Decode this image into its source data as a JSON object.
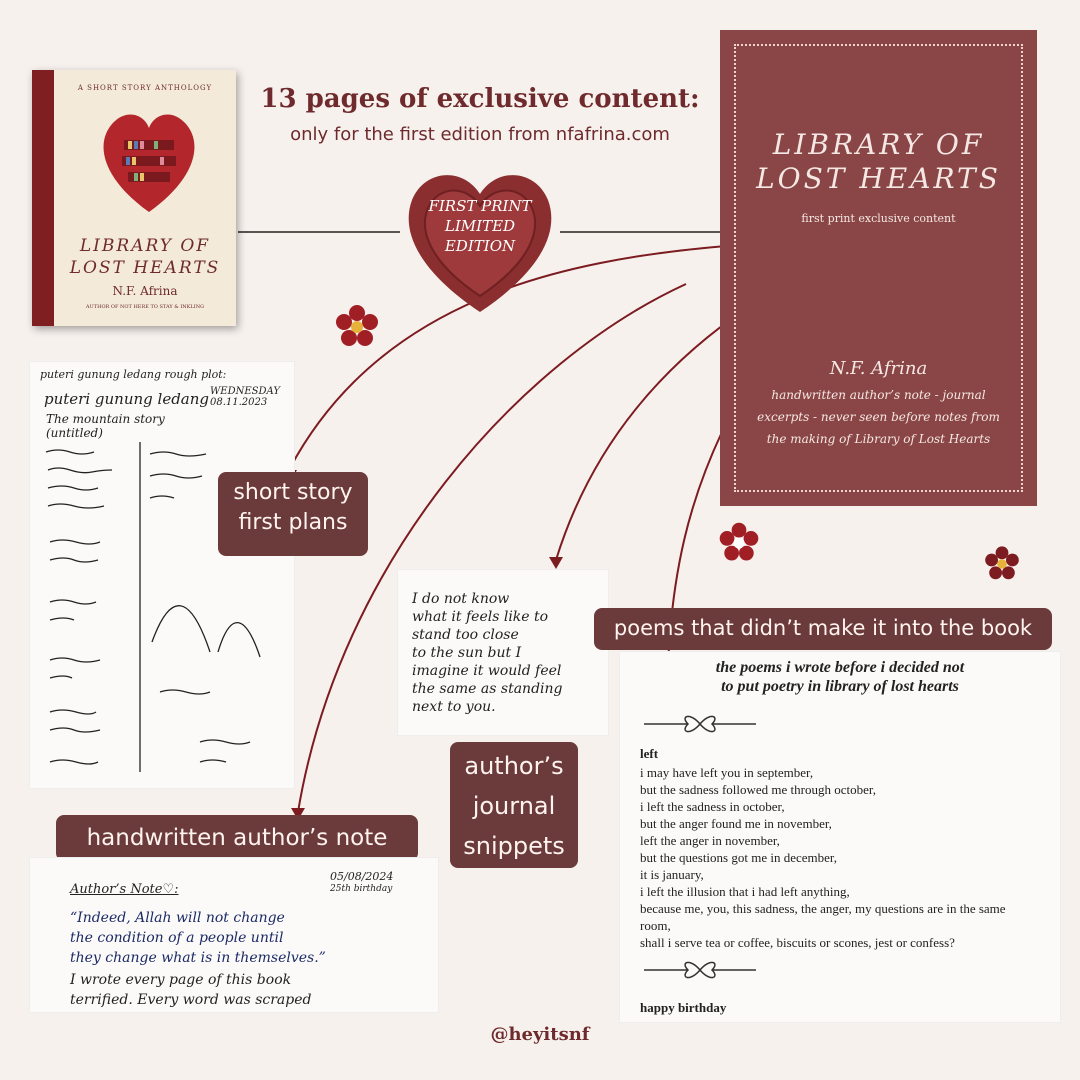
{
  "header": {
    "headline": "13 pages of exclusive content:",
    "subline": "only for the first edition from nfafrina.com"
  },
  "seal": {
    "line1": "FIRST PRINT",
    "line2": "LIMITED",
    "line3": "EDITION"
  },
  "small_book": {
    "tag": "A SHORT STORY ANTHOLOGY",
    "title_line1": "LIBRARY OF",
    "title_line2": "LOST HEARTS",
    "author": "N.F. Afrina",
    "tagline": "AUTHOR OF NOT HERE TO STAY & INKLING"
  },
  "big_book": {
    "title_line1": "LIBRARY OF",
    "title_line2": "LOST HEARTS",
    "subtitle": "first print exclusive content",
    "author": "N.F. Afrina",
    "desc_line1": "handwritten author’s note - journal",
    "desc_line2": "excerpts - never seen before notes from",
    "desc_line3": "the making of Library of Lost Hearts"
  },
  "labels": {
    "short_story_1": "short story",
    "short_story_2": "first plans",
    "journal_1": "author’s",
    "journal_2": "journal",
    "journal_3": "snippets",
    "poems": "poems that didn’t make it into the book",
    "note": "handwritten author’s note"
  },
  "plot_page": {
    "header": "puteri gunung ledang  rough plot:",
    "title": "puteri gunung ledang",
    "date": "WEDNESDAY 08.11.2023",
    "sub": "The mountain story (untitled)"
  },
  "journal_page": {
    "line1": "I do not know",
    "line2": "what it feels like to",
    "line3": "stand too close",
    "line4": "to the sun but I",
    "line5": "imagine it would feel",
    "line6": "the same as standing",
    "line7": "next to you."
  },
  "note_page": {
    "heading": "Author’s Note♡:",
    "date": "05/08/2024",
    "day": "25th birthday",
    "line1": "“Indeed, Allah will not change",
    "line2": "the condition of a people until",
    "line3": "they change what is in themselves.”",
    "line4": "I wrote every page of this book",
    "line5": "terrified. Every word was scraped"
  },
  "poem_page": {
    "heading_line1": "the poems i wrote before i decided not",
    "heading_line2": "to put poetry in library of lost hearts",
    "poem_title": "left",
    "lines": [
      "i may have left you in september,",
      "but the sadness followed me through october,",
      "i left the sadness in october,",
      "but the anger found me in november,",
      "left the anger in november,",
      "but the questions got me in december,",
      "it is january,",
      "i left the illusion that i had left anything,",
      "because me, you, this sadness, the anger, my questions are in the same",
      "room,",
      "shall i serve tea or coffee, biscuits or scones, jest or confess?"
    ],
    "next_title": "happy birthday"
  },
  "handle": "@heyitsnf",
  "colors": {
    "background": "#f7f1ee",
    "maroon": "#6b3b3b",
    "book": "#8a4646",
    "seal": "#8b2e2f",
    "flower": "#a01f25"
  }
}
